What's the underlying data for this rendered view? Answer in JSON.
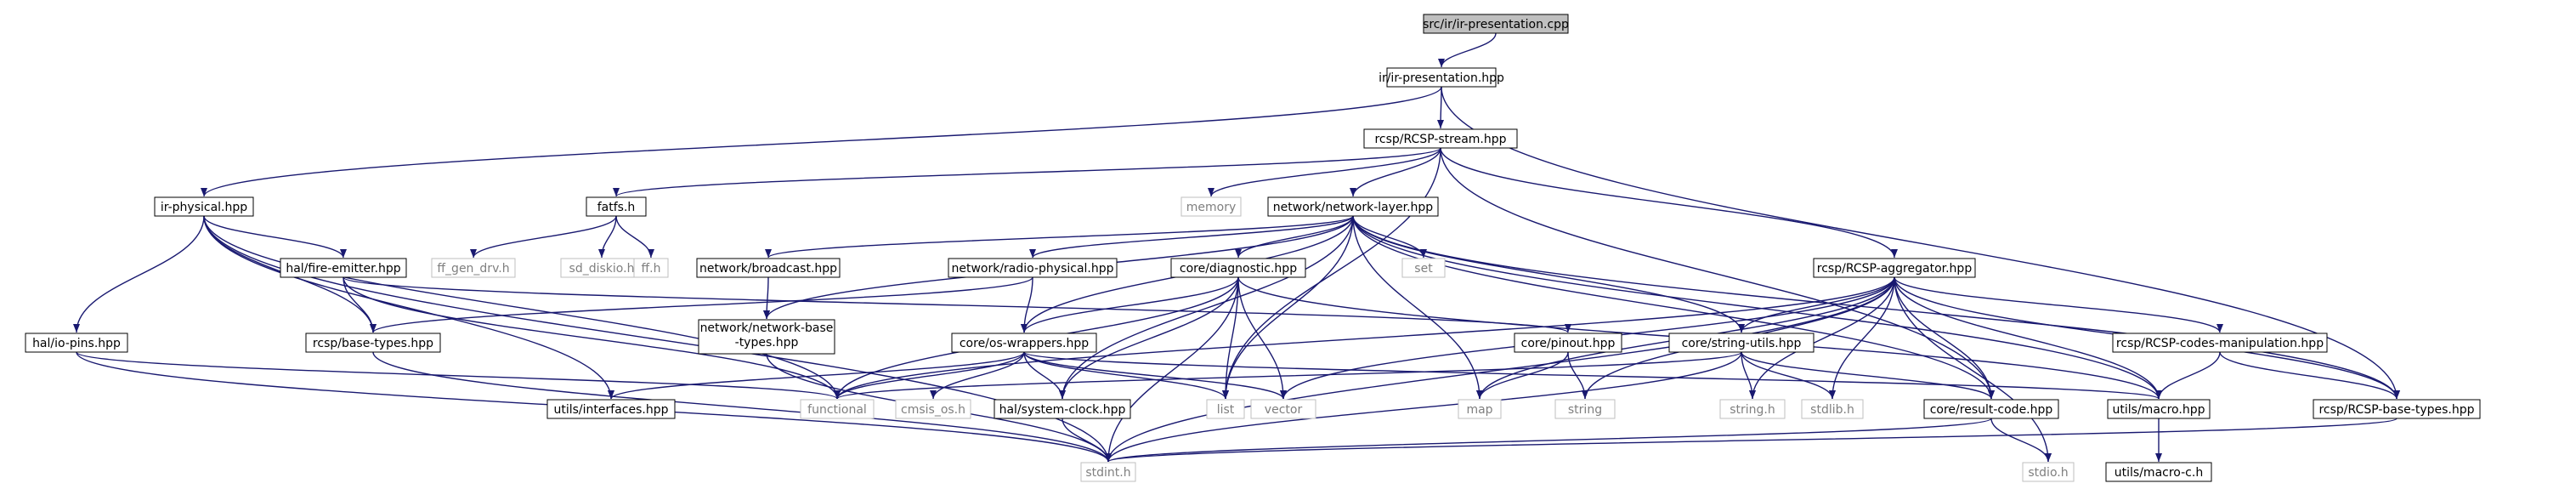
{
  "graph": {
    "nodes": [
      {
        "id": "root",
        "label": "src/ir/ir-presentation.cpp",
        "kind": "root"
      },
      {
        "id": "irpres",
        "label": "ir/ir-presentation.hpp",
        "kind": "file"
      },
      {
        "id": "stream",
        "label": "rcsp/RCSP-stream.hpp",
        "kind": "file"
      },
      {
        "id": "irphys",
        "label": "ir-physical.hpp",
        "kind": "file"
      },
      {
        "id": "fatfs",
        "label": "fatfs.h",
        "kind": "file"
      },
      {
        "id": "memory",
        "label": "memory",
        "kind": "external"
      },
      {
        "id": "netlayer",
        "label": "network/network-layer.hpp",
        "kind": "file"
      },
      {
        "id": "ffgen",
        "label": "ff_gen_drv.h",
        "kind": "external"
      },
      {
        "id": "sddisk",
        "label": "sd_diskio.h",
        "kind": "external"
      },
      {
        "id": "ffh",
        "label": "ff.h",
        "kind": "external"
      },
      {
        "id": "set",
        "label": "set",
        "kind": "external"
      },
      {
        "id": "fireem",
        "label": "hal/fire-emitter.hpp",
        "kind": "file"
      },
      {
        "id": "broadcast",
        "label": "network/broadcast.hpp",
        "kind": "file"
      },
      {
        "id": "radio",
        "label": "network/radio-physical.hpp",
        "kind": "file"
      },
      {
        "id": "diag",
        "label": "core/diagnostic.hpp",
        "kind": "file"
      },
      {
        "id": "aggr",
        "label": "rcsp/RCSP-aggregator.hpp",
        "kind": "file"
      },
      {
        "id": "iopins",
        "label": "hal/io-pins.hpp",
        "kind": "file"
      },
      {
        "id": "basetypes",
        "label": "rcsp/base-types.hpp",
        "kind": "file"
      },
      {
        "id": "netbase",
        "label": "network/network-base\n-types.hpp",
        "kind": "file"
      },
      {
        "id": "oswrap",
        "label": "core/os-wrappers.hpp",
        "kind": "file"
      },
      {
        "id": "pinout",
        "label": "core/pinout.hpp",
        "kind": "file"
      },
      {
        "id": "strutils",
        "label": "core/string-utils.hpp",
        "kind": "file"
      },
      {
        "id": "codesman",
        "label": "rcsp/RCSP-codes-manipulation.hpp",
        "kind": "file"
      },
      {
        "id": "ifaces",
        "label": "utils/interfaces.hpp",
        "kind": "file"
      },
      {
        "id": "functional",
        "label": "functional",
        "kind": "external"
      },
      {
        "id": "cmsis",
        "label": "cmsis_os.h",
        "kind": "external"
      },
      {
        "id": "sysclock",
        "label": "hal/system-clock.hpp",
        "kind": "file"
      },
      {
        "id": "list",
        "label": "list",
        "kind": "external"
      },
      {
        "id": "vector",
        "label": "vector",
        "kind": "external"
      },
      {
        "id": "map",
        "label": "map",
        "kind": "external"
      },
      {
        "id": "string",
        "label": "string",
        "kind": "external"
      },
      {
        "id": "stringh",
        "label": "string.h",
        "kind": "external"
      },
      {
        "id": "stdlib",
        "label": "stdlib.h",
        "kind": "external"
      },
      {
        "id": "result",
        "label": "core/result-code.hpp",
        "kind": "file"
      },
      {
        "id": "macro",
        "label": "utils/macro.hpp",
        "kind": "file"
      },
      {
        "id": "rcspbase",
        "label": "rcsp/RCSP-base-types.hpp",
        "kind": "file"
      },
      {
        "id": "stdint",
        "label": "stdint.h",
        "kind": "external"
      },
      {
        "id": "stdio",
        "label": "stdio.h",
        "kind": "external"
      },
      {
        "id": "macroc",
        "label": "utils/macro-c.h",
        "kind": "file"
      }
    ],
    "edges": [
      [
        "root",
        "irpres"
      ],
      [
        "irpres",
        "stream"
      ],
      [
        "irpres",
        "irphys"
      ],
      [
        "irpres",
        "rcspbase"
      ],
      [
        "stream",
        "fatfs"
      ],
      [
        "stream",
        "memory"
      ],
      [
        "stream",
        "netlayer"
      ],
      [
        "stream",
        "aggr"
      ],
      [
        "stream",
        "list"
      ],
      [
        "stream",
        "result"
      ],
      [
        "irphys",
        "fireem"
      ],
      [
        "irphys",
        "iopins"
      ],
      [
        "irphys",
        "basetypes"
      ],
      [
        "irphys",
        "ifaces"
      ],
      [
        "irphys",
        "functional"
      ],
      [
        "irphys",
        "stdint"
      ],
      [
        "fatfs",
        "ffgen"
      ],
      [
        "fatfs",
        "sddisk"
      ],
      [
        "fatfs",
        "ffh"
      ],
      [
        "netlayer",
        "broadcast"
      ],
      [
        "netlayer",
        "radio"
      ],
      [
        "netlayer",
        "diag"
      ],
      [
        "netlayer",
        "set"
      ],
      [
        "netlayer",
        "netbase"
      ],
      [
        "netlayer",
        "oswrap"
      ],
      [
        "netlayer",
        "sysclock"
      ],
      [
        "netlayer",
        "list"
      ],
      [
        "netlayer",
        "map"
      ],
      [
        "netlayer",
        "strutils"
      ],
      [
        "netlayer",
        "macro"
      ],
      [
        "netlayer",
        "rcspbase"
      ],
      [
        "netlayer",
        "result"
      ],
      [
        "fireem",
        "basetypes"
      ],
      [
        "fireem",
        "pinout"
      ],
      [
        "fireem",
        "functional"
      ],
      [
        "broadcast",
        "netbase"
      ],
      [
        "radio",
        "oswrap"
      ],
      [
        "radio",
        "basetypes"
      ],
      [
        "diag",
        "oswrap"
      ],
      [
        "diag",
        "sysclock"
      ],
      [
        "diag",
        "list"
      ],
      [
        "diag",
        "vector"
      ],
      [
        "diag",
        "stdint"
      ],
      [
        "diag",
        "functional"
      ],
      [
        "diag",
        "macro"
      ],
      [
        "aggr",
        "strutils"
      ],
      [
        "aggr",
        "codesman"
      ],
      [
        "aggr",
        "map"
      ],
      [
        "aggr",
        "vector"
      ],
      [
        "aggr",
        "string"
      ],
      [
        "aggr",
        "stringh"
      ],
      [
        "aggr",
        "stdlib"
      ],
      [
        "aggr",
        "result"
      ],
      [
        "aggr",
        "macro"
      ],
      [
        "aggr",
        "rcspbase"
      ],
      [
        "aggr",
        "stdint"
      ],
      [
        "aggr",
        "functional"
      ],
      [
        "aggr",
        "stdio"
      ],
      [
        "iopins",
        "functional"
      ],
      [
        "iopins",
        "stdint"
      ],
      [
        "basetypes",
        "stdint"
      ],
      [
        "netbase",
        "stdint"
      ],
      [
        "oswrap",
        "ifaces"
      ],
      [
        "oswrap",
        "functional"
      ],
      [
        "oswrap",
        "cmsis"
      ],
      [
        "oswrap",
        "sysclock"
      ],
      [
        "oswrap",
        "list"
      ],
      [
        "oswrap",
        "vector"
      ],
      [
        "oswrap",
        "macro"
      ],
      [
        "pinout",
        "map"
      ],
      [
        "pinout",
        "string"
      ],
      [
        "strutils",
        "functional"
      ],
      [
        "strutils",
        "stringh"
      ],
      [
        "strutils",
        "stdlib"
      ],
      [
        "strutils",
        "result"
      ],
      [
        "strutils",
        "stdint"
      ],
      [
        "codesman",
        "macro"
      ],
      [
        "codesman",
        "rcspbase"
      ],
      [
        "sysclock",
        "stdint"
      ],
      [
        "result",
        "stdio"
      ],
      [
        "result",
        "stdint"
      ],
      [
        "macro",
        "macroc"
      ],
      [
        "rcspbase",
        "stdint"
      ]
    ]
  },
  "colors": {
    "edge": "#191970",
    "file_stroke": "#000000",
    "external_stroke": "#bfbfbf",
    "external_text": "#7f7f7f",
    "root_fill": "#bfbfbf",
    "file_fill": "#ffffff"
  }
}
